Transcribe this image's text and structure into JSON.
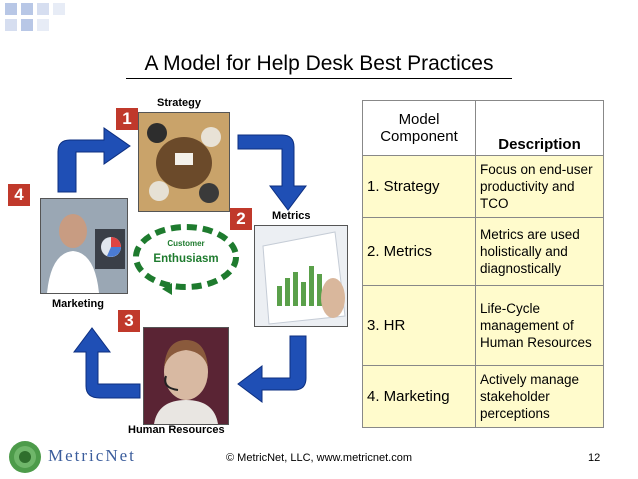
{
  "slide": {
    "title": "A Model for Help Desk Best Practices",
    "footer": "© MetricNet, LLC, www.metricnet.com",
    "page_number": "12",
    "logo_text": "MetricNet"
  },
  "cycle": {
    "center_top": "Customer",
    "center_main": "Enthusiasm",
    "nodes": [
      {
        "number": "1",
        "label": "Strategy"
      },
      {
        "number": "2",
        "label": "Metrics"
      },
      {
        "number": "3",
        "label": "Human Resources"
      },
      {
        "number": "4",
        "label": "Marketing"
      }
    ]
  },
  "table": {
    "headers": [
      "Model Component",
      "Description"
    ],
    "rows": [
      {
        "component": "1. Strategy",
        "description": "Focus on end-user productivity and TCO"
      },
      {
        "component": "2. Metrics",
        "description": "Metrics are used holistically and diagnostically"
      },
      {
        "component": "3. HR",
        "description": "Life-Cycle management of Human Resources"
      },
      {
        "component": "4. Marketing",
        "description": "Actively manage stakeholder perceptions"
      }
    ]
  },
  "colors": {
    "arrow_blue": "#1f4fb5",
    "badge_red": "#c0392b",
    "center_green": "#1e7b2e",
    "table_fill": "#fffbcc",
    "deco_square": "#b8c7e6"
  }
}
